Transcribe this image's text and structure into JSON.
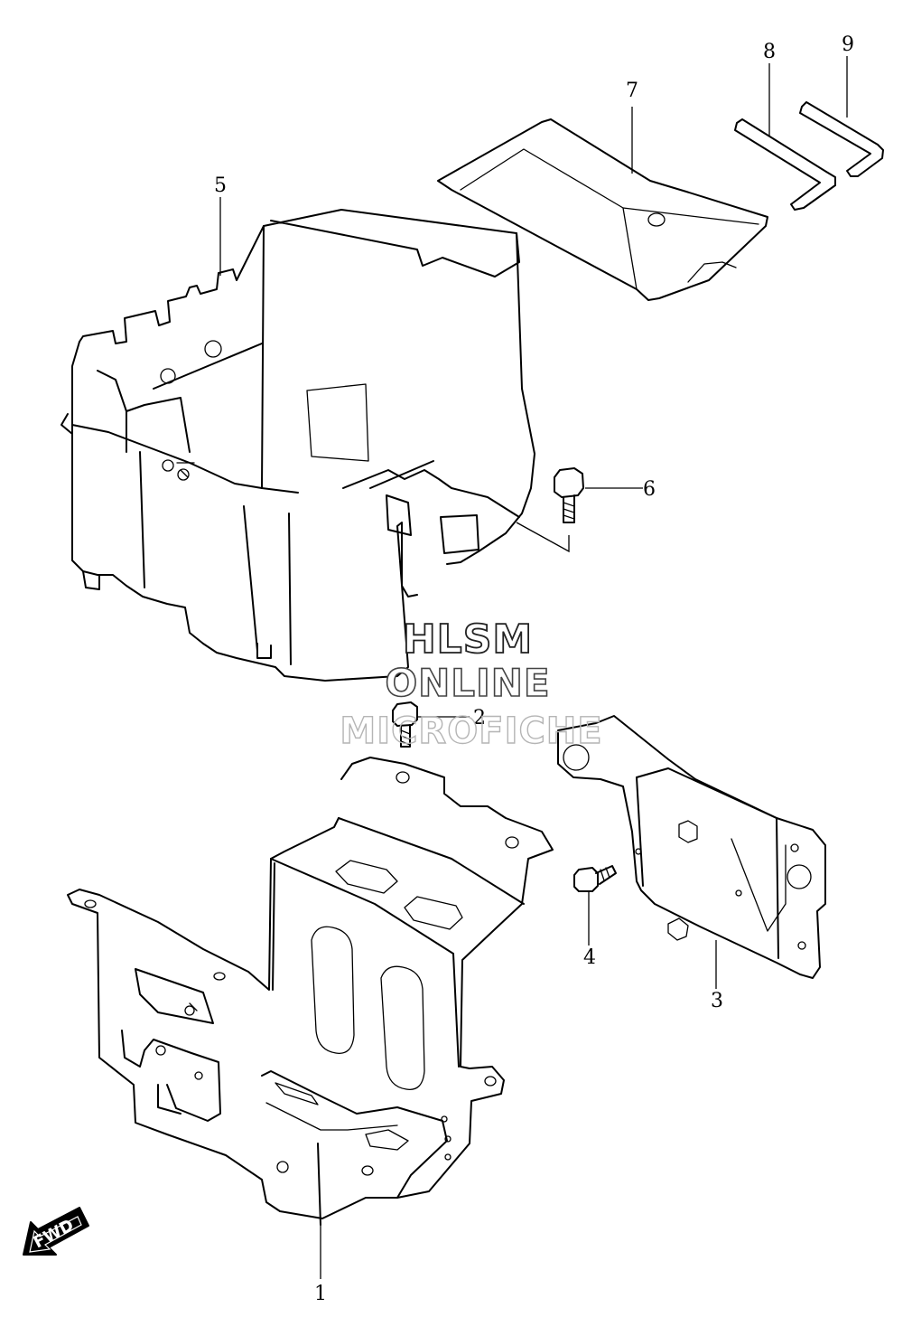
{
  "callouts": {
    "c1": "1",
    "c2": "2",
    "c3": "3",
    "c4": "4",
    "c5": "5",
    "c6": "6",
    "c7": "7",
    "c8": "8",
    "c9": "9"
  },
  "watermark": {
    "line1": "HLSM",
    "line2": "ONLINE",
    "line3": "MICROFICHE"
  },
  "direction_badge": {
    "label": "FWD",
    "icon": "fwd-arrow-icon"
  },
  "colors": {
    "line": "#000000",
    "watermark_dark": "#222222",
    "watermark_light": "#b5b5b5"
  }
}
